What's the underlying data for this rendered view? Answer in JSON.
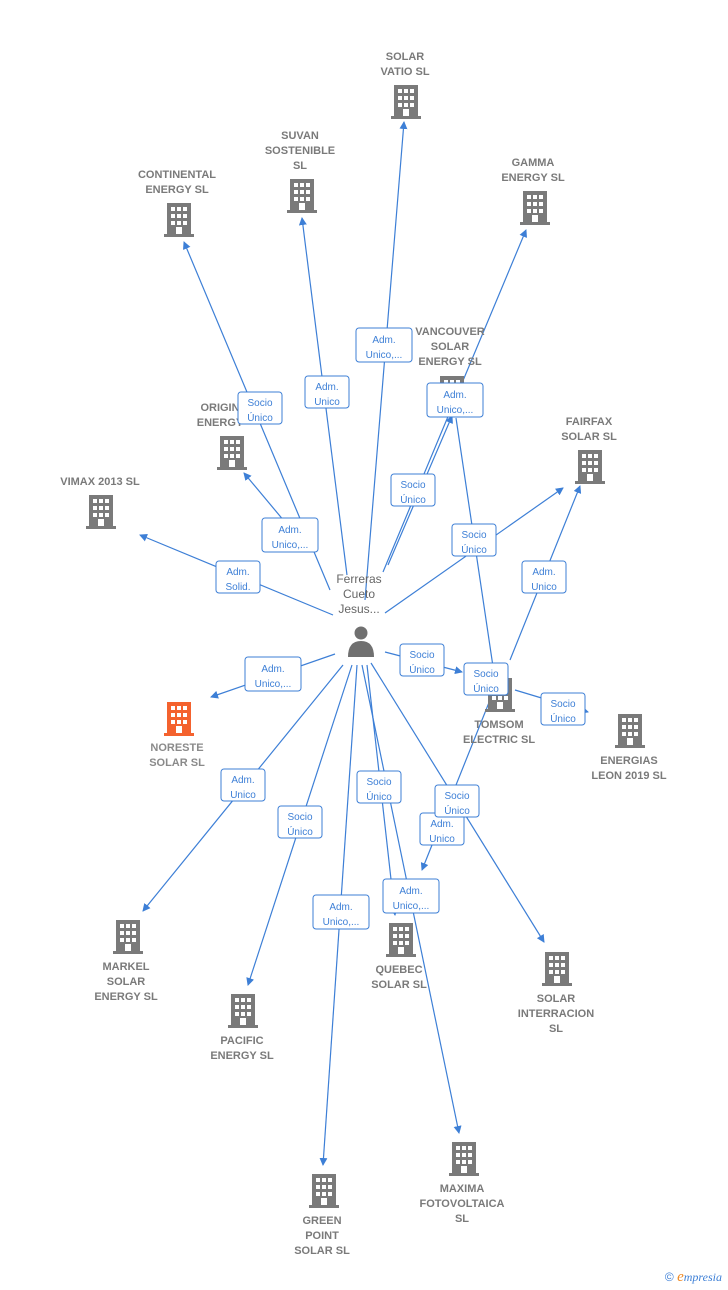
{
  "colors": {
    "edge": "#3d7fd6",
    "building": "#7a7a7a",
    "highlight": "#f4622e",
    "person": "#707070"
  },
  "person": {
    "lines": [
      "Ferreras",
      "Cueto",
      "Jesus..."
    ],
    "icon": "person-icon"
  },
  "companies": [
    {
      "id": "solar-vatio",
      "lines": [
        "SOLAR",
        "VATIO  SL"
      ]
    },
    {
      "id": "suvan",
      "lines": [
        "SUVAN",
        "SOSTENIBLE",
        "SL"
      ]
    },
    {
      "id": "continental",
      "lines": [
        "CONTINENTAL",
        "ENERGY  SL"
      ]
    },
    {
      "id": "gamma",
      "lines": [
        "GAMMA",
        "ENERGY  SL"
      ]
    },
    {
      "id": "vancouver",
      "lines": [
        "VANCOUVER",
        "SOLAR",
        "ENERGY  SL"
      ]
    },
    {
      "id": "origin",
      "lines": [
        "ORIGIN",
        "ENERGY"
      ]
    },
    {
      "id": "fairfax",
      "lines": [
        "FAIRFAX",
        "SOLAR  SL"
      ]
    },
    {
      "id": "vimax",
      "lines": [
        "VIMAX 2013  SL"
      ]
    },
    {
      "id": "noreste",
      "lines": [
        "NORESTE",
        "SOLAR  SL"
      ],
      "highlight": true
    },
    {
      "id": "tomsom",
      "lines": [
        "TOMSOM",
        "ELECTRIC  SL"
      ]
    },
    {
      "id": "energias-leon",
      "lines": [
        "ENERGIAS",
        "LEON 2019  SL"
      ]
    },
    {
      "id": "markel",
      "lines": [
        "MARKEL",
        "SOLAR",
        "ENERGY  SL"
      ]
    },
    {
      "id": "quebec",
      "lines": [
        "QUEBEC",
        "SOLAR  SL"
      ]
    },
    {
      "id": "solar-interracion",
      "lines": [
        "SOLAR",
        "INTERRACION",
        "SL"
      ]
    },
    {
      "id": "pacific",
      "lines": [
        "PACIFIC",
        "ENERGY  SL"
      ]
    },
    {
      "id": "green-point",
      "lines": [
        "GREEN",
        "POINT",
        "SOLAR  SL"
      ]
    },
    {
      "id": "maxima",
      "lines": [
        "MAXIMA",
        "FOTOVOLTAICA",
        "SL"
      ]
    }
  ],
  "relations": [
    {
      "target": "solar-vatio",
      "lines": [
        "Adm.",
        "Unico,..."
      ]
    },
    {
      "target": "suvan",
      "lines": [
        "Adm.",
        "Unico"
      ]
    },
    {
      "target": "continental",
      "lines": [
        "Socio",
        "Único"
      ]
    },
    {
      "target": "gamma",
      "lines": [
        "Adm.",
        "Unico,..."
      ]
    },
    {
      "target": "vancouver",
      "lines": [
        "Socio",
        "Único"
      ]
    },
    {
      "target": "origin",
      "lines": [
        "Adm.",
        "Unico,..."
      ]
    },
    {
      "target": "fairfax-a",
      "lines": [
        "Adm.",
        "Unico"
      ]
    },
    {
      "target": "fairfax-b",
      "lines": [
        "Socio",
        "Único"
      ]
    },
    {
      "target": "vimax",
      "lines": [
        "Adm.",
        "Solid."
      ]
    },
    {
      "target": "noreste",
      "lines": [
        "Adm.",
        "Unico,..."
      ]
    },
    {
      "target": "tomsom-a",
      "lines": [
        "Socio",
        "Único"
      ]
    },
    {
      "target": "tomsom-b",
      "lines": [
        "Socio",
        "Único"
      ]
    },
    {
      "target": "energias-leon-a",
      "lines": [
        "Socio",
        "Único"
      ]
    },
    {
      "target": "markel",
      "lines": [
        "Adm.",
        "Unico"
      ]
    },
    {
      "target": "pacific",
      "lines": [
        "Socio",
        "Único"
      ]
    },
    {
      "target": "quebec-a",
      "lines": [
        "Socio",
        "Único"
      ]
    },
    {
      "target": "quebec-b",
      "lines": [
        "Adm.",
        "Unico"
      ]
    },
    {
      "target": "solar-interracion",
      "lines": [
        "Socio",
        "Único"
      ]
    },
    {
      "target": "green-point",
      "lines": [
        "Adm.",
        "Unico,..."
      ]
    },
    {
      "target": "maxima",
      "lines": [
        "Adm.",
        "Unico,..."
      ]
    }
  ],
  "footer": {
    "copyright": "©",
    "brand_initial": "e",
    "brand_rest": "mpresia"
  }
}
